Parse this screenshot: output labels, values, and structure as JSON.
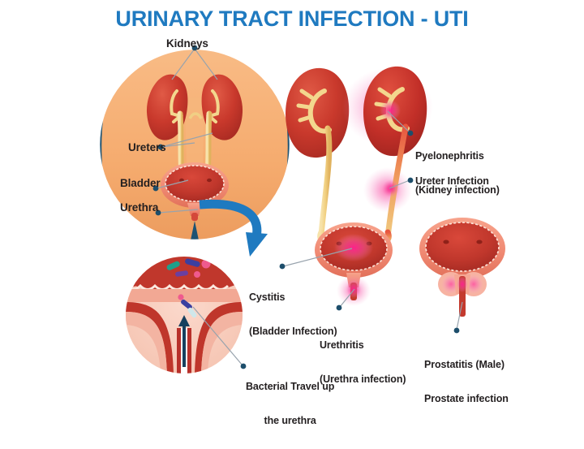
{
  "title": "URINARY TRACT INFECTION - UTI",
  "colors": {
    "title_blue": "#1f7ac0",
    "circle_teal": "#1d5373",
    "torso_tan": "#f5ab6e",
    "kidney_red": "#c33a2e",
    "ureter_yellow": "#f5d98a",
    "bladder_red": "#c9392c",
    "bladder_rim": "#f08a73",
    "infection_pink": "#ec2d8f",
    "arrow_blue": "#1f7ac0",
    "label_text": "#231f20",
    "dot_navy": "#1d4e6b",
    "leader_gray": "#98a3ad"
  },
  "labels": {
    "kidneys": "Kidneys",
    "ureters": "Ureters",
    "bladder": "Bladder",
    "urethra": "Urethra",
    "pyelonephritis_line1": "Pyelonephritis",
    "pyelonephritis_line2": "(Kidney infection)",
    "ureter_infection": "Ureter Infection",
    "cystitis_line1": "Cystitis",
    "cystitis_line2": "(Bladder Infection)",
    "urethritis_line1": "Urethritis",
    "urethritis_line2": "(Urethra infection)",
    "prostatitis_line1": "Prostatitis (Male)",
    "prostatitis_line2": "Prostate infection",
    "bacterial_line1": "Bacterial Travel up",
    "bacterial_line2": "the urethra"
  },
  "figures": {
    "main_circle": "anterior torso with kidneys, ureters, bladder, urethra",
    "detail_circle": "magnified bladder neck cross-section with bacteria ascending urethra",
    "healthy_kidney": "normal left kidney with ureter",
    "infected_kidney": "right kidney with pyelonephritis and ureter infection",
    "infected_bladder": "bladder with cystitis and urethritis",
    "male_bladder": "male bladder with prostate showing prostatitis"
  }
}
